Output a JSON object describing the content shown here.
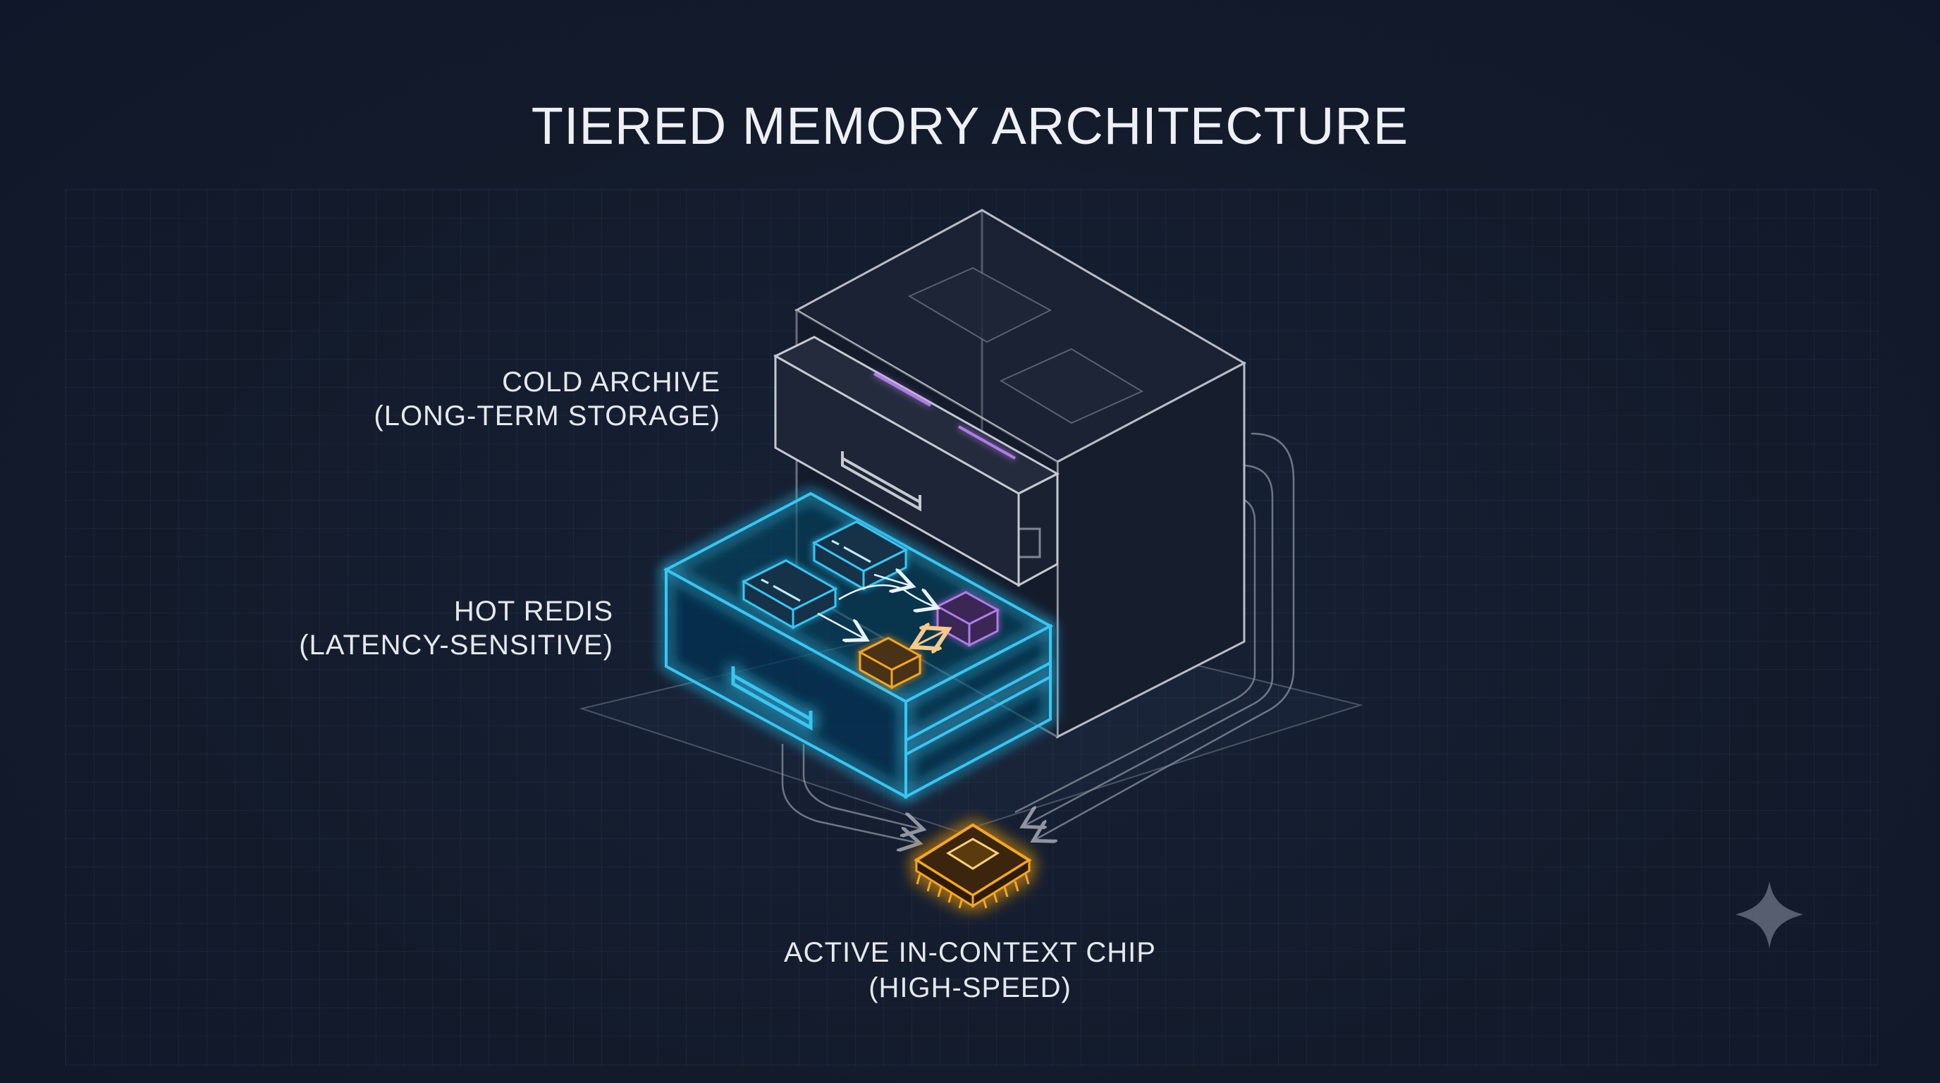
{
  "title": "TIERED MEMORY ARCHITECTURE",
  "tiers": {
    "cold": {
      "line1": "COLD ARCHIVE",
      "line2": "(LONG-TERM STORAGE)"
    },
    "hot": {
      "line1": "HOT REDIS",
      "line2": "(LATENCY-SENSITIVE)"
    },
    "chip": {
      "line1": "ACTIVE IN-CONTEXT CHIP",
      "line2": "(HIGH-SPEED)"
    }
  },
  "colors": {
    "background": "#131b2b",
    "cabinet_outline": "#b9bdc7",
    "hot_drawer": "#39c6f4",
    "chip": "#f5a623",
    "purple_block": "#b07be8",
    "orange_block": "#f5a623"
  },
  "icons": {
    "watermark": "sparkle-icon"
  }
}
